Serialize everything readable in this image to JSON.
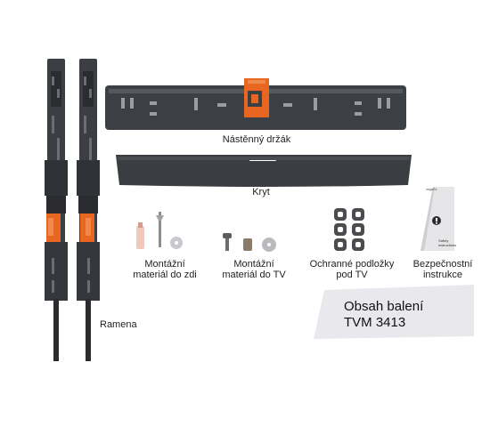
{
  "labels": {
    "wall_bracket": "Nástěnný držák",
    "cover": "Kryt",
    "wall_hardware_line1": "Montážní",
    "wall_hardware_line2": "materiál do zdi",
    "tv_hardware_line1": "Montážní",
    "tv_hardware_line2": "materiál do TV",
    "pads_line1": "Ochranné podložky",
    "pads_line2": "pod TV",
    "safety_line1": "Bezpečnostní",
    "safety_line2": "instrukce",
    "arms": "Ramena"
  },
  "package_box": {
    "line1": "Obsah balení",
    "line2": "TVM 3413"
  },
  "safety_card": {
    "text_line1": "Safety",
    "text_line2": "instructions",
    "badge": "vogel's"
  },
  "colors": {
    "metal_dark": "#3c3f44",
    "orange": "#e8661f",
    "box_gray": "#eaeaee"
  }
}
